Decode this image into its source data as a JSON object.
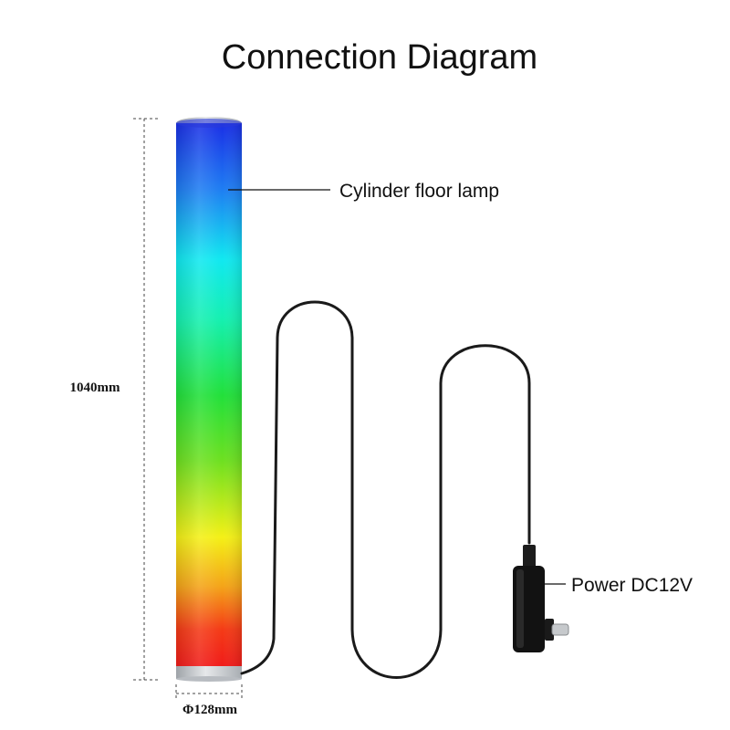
{
  "title": "Connection Diagram",
  "labels": {
    "lamp": "Cylinder floor lamp",
    "power": "Power DC12V"
  },
  "dimensions": {
    "height": "1040mm",
    "diameter": "Φ128mm"
  },
  "colors": {
    "lamp_gradient": [
      "#1a2fe6",
      "#1e7cf2",
      "#10e8f0",
      "#14f0b0",
      "#22e03a",
      "#6ee020",
      "#f4f016",
      "#f4a418",
      "#f43a16",
      "#f01a1a"
    ],
    "cap": "#c9cdd2",
    "cable": "#1a1a1a",
    "adapter": "#121212"
  }
}
